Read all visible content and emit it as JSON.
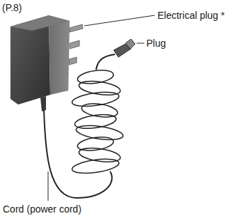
{
  "diagram": {
    "labels": [
      "(P.8)",
      "Electrical plug *",
      "Plug",
      "Cord (power cord)"
    ]
  }
}
